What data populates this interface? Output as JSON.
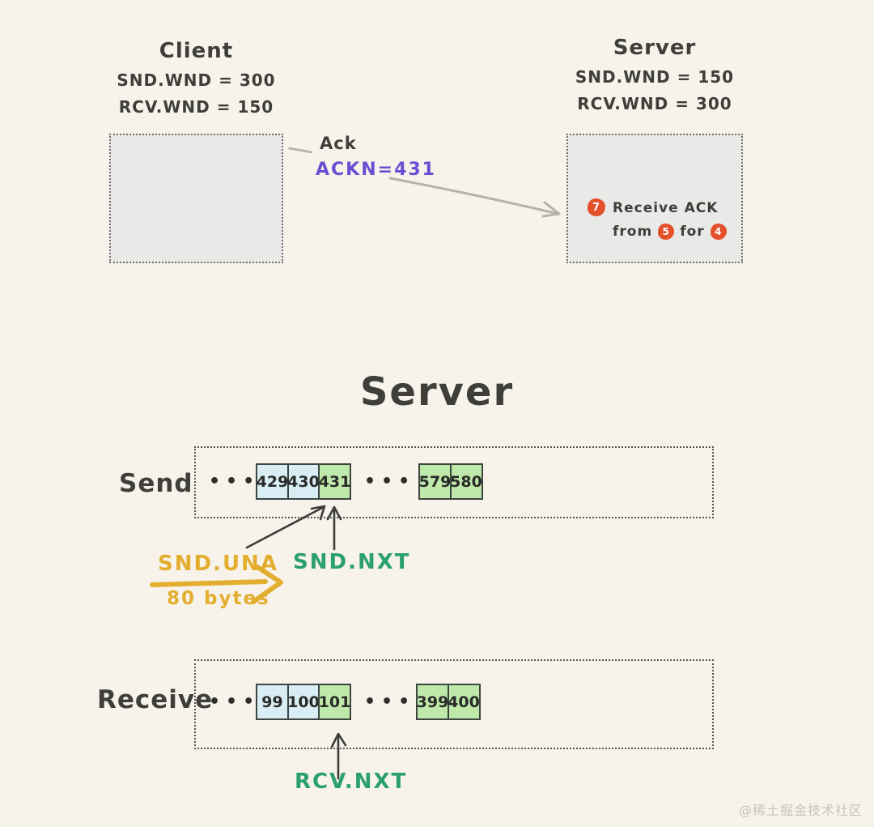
{
  "colors": {
    "background": "#f7f3ea",
    "ink": "#3e3e3a",
    "purple": "#6a4fd2",
    "orange_badge": "#e4502a",
    "yellow_pointer": "#e3ae2f",
    "green_pointer": "#2aa06e",
    "gray_arrow": "#b6b2aa",
    "buffer_box_fill": "#e9e9e8",
    "cell_blue": "#d9eef4",
    "cell_green": "#bfe9ab"
  },
  "top": {
    "client": {
      "title": "Client",
      "snd_wnd": "SND.WND = 300",
      "rcv_wnd": "RCV.WND = 150"
    },
    "server": {
      "title": "Server",
      "snd_wnd": "SND.WND = 150",
      "rcv_wnd": "RCV.WND = 300"
    },
    "ack": {
      "label": "Ack",
      "ackn": "ACKN=431"
    },
    "server_note": {
      "step": "7",
      "line1": "Receive ACK",
      "from_word": "from",
      "from_step": "5",
      "for_word": "for",
      "for_step": "4"
    }
  },
  "diagram": {
    "title": "Server",
    "send": {
      "label": "Send",
      "ellipsis_left": "•••",
      "ellipsis_mid": "•••",
      "cells_left": [
        {
          "value": "429",
          "color": "blue"
        },
        {
          "value": "430",
          "color": "blue"
        },
        {
          "value": "431",
          "color": "green"
        }
      ],
      "cells_right": [
        {
          "value": "579",
          "color": "green"
        },
        {
          "value": "580",
          "color": "green"
        }
      ]
    },
    "receive": {
      "label": "Receive",
      "ellipsis_left": "•••",
      "ellipsis_mid": "•••",
      "cells_left": [
        {
          "value": "99",
          "color": "blue"
        },
        {
          "value": "100",
          "color": "blue"
        },
        {
          "value": "101",
          "color": "green"
        }
      ],
      "cells_right": [
        {
          "value": "399",
          "color": "green"
        },
        {
          "value": "400",
          "color": "green"
        }
      ]
    },
    "pointers": {
      "snd_una": "SND.UNA",
      "snd_una_bytes": "80 bytes",
      "snd_nxt": "SND.NXT",
      "rcv_nxt": "RCV.NXT"
    }
  },
  "watermark": "@稀土掘金技术社区"
}
